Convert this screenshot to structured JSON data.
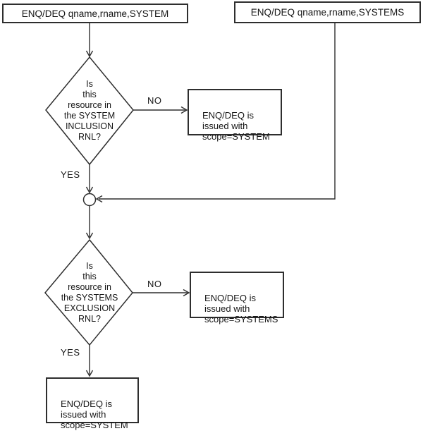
{
  "diagram": {
    "description": "ENQ/DEQ resource name list (RNL) scope decision flowchart",
    "colors": {
      "background": "#ffffff",
      "line": "#2e2e2e",
      "text": "#161616"
    },
    "nodes": {
      "entry_system": {
        "label": "ENQ/DEQ qname,rname,SYSTEM"
      },
      "entry_systems": {
        "label": "ENQ/DEQ qname,rname,SYSTEMS"
      },
      "decision_inclusion": {
        "label": "Is\nthis\nresource in\nthe SYSTEM\nINCLUSION\nRNL?"
      },
      "decision_exclusion": {
        "label": "Is\nthis\nresource in\nthe SYSTEMS\nEXCLUSION\nRNL?"
      },
      "result_scope_system_upper": {
        "label": "ENQ/DEQ is\nissued with\nscope=SYSTEM"
      },
      "result_scope_systems": {
        "label": "ENQ/DEQ is\nissued with\nscope=SYSTEMS"
      },
      "result_scope_system_lower": {
        "label": "ENQ/DEQ is\nissued with\nscope=SYSTEM"
      }
    },
    "edges": {
      "inclusion_no": {
        "label": "NO"
      },
      "inclusion_yes": {
        "label": "YES"
      },
      "exclusion_no": {
        "label": "NO"
      },
      "exclusion_yes": {
        "label": "YES"
      }
    }
  }
}
